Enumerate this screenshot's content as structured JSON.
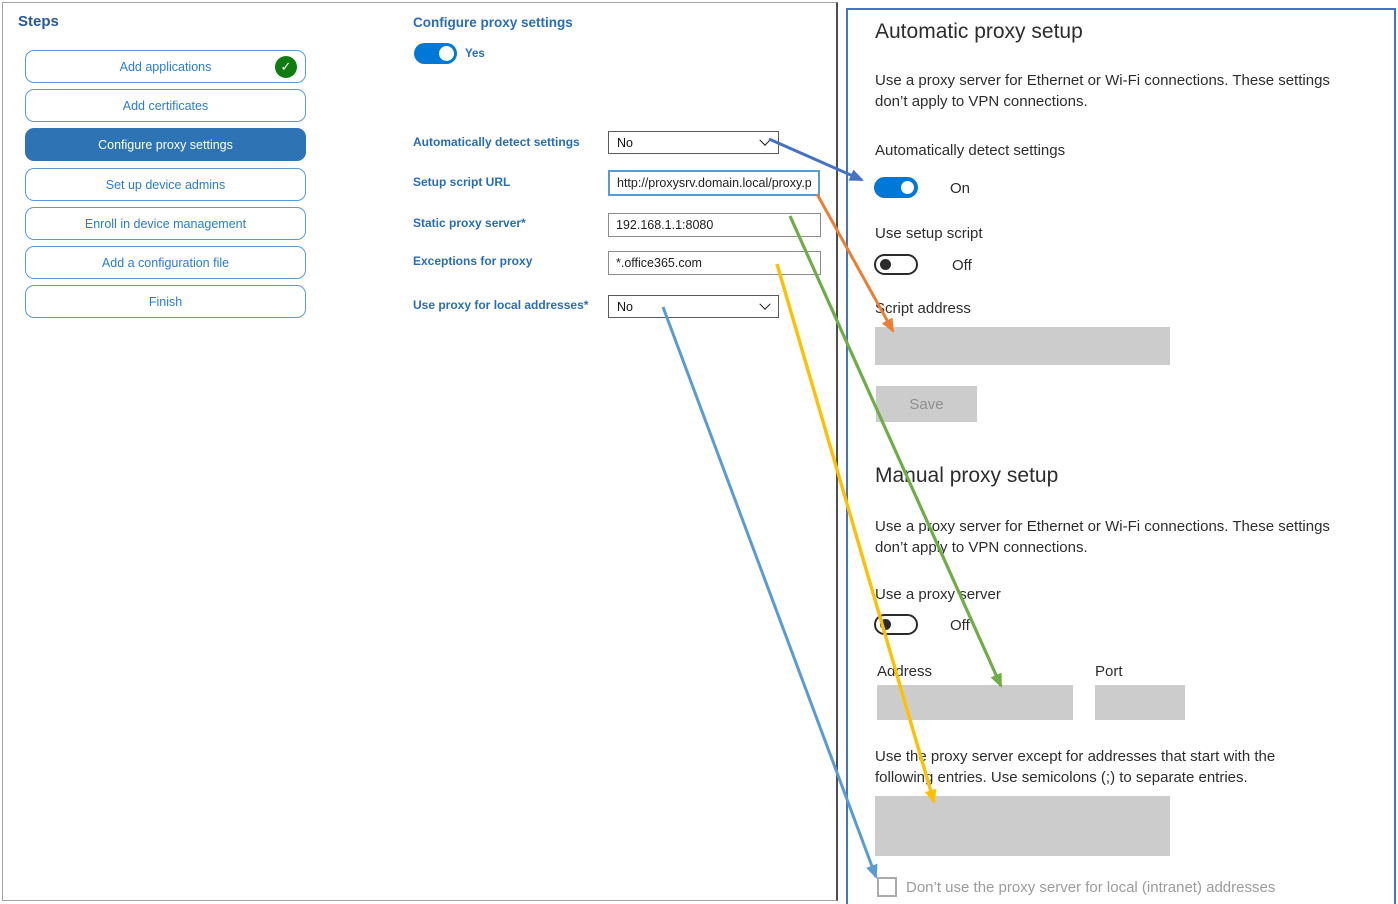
{
  "left_panel": {
    "title": "Steps",
    "completed_check": "✓",
    "steps": [
      {
        "label": "Add applications",
        "status": "completed"
      },
      {
        "label": "Add certificates",
        "status": "pending"
      },
      {
        "label": "Configure proxy settings",
        "status": "active"
      },
      {
        "label": "Set up device admins",
        "status": "pending"
      },
      {
        "label": "Enroll in device management",
        "status": "pending"
      },
      {
        "label": "Add a configuration file",
        "status": "pending"
      },
      {
        "label": "Finish",
        "status": "pending"
      }
    ]
  },
  "form_panel": {
    "title": "Configure proxy settings",
    "enabled_toggle": {
      "state": "on",
      "label": "Yes"
    },
    "fields": [
      {
        "label": "Automatically detect settings",
        "type": "dropdown",
        "value": "No"
      },
      {
        "label": "Setup script URL",
        "type": "text",
        "value": "http://proxysrv.domain.local/proxy.pa"
      },
      {
        "label": "Static proxy server*",
        "type": "text",
        "value": "192.168.1.1:8080"
      },
      {
        "label": "Exceptions for proxy",
        "type": "text",
        "value": "*.office365.com"
      },
      {
        "label": "Use proxy for local addresses*",
        "type": "dropdown",
        "value": "No"
      }
    ]
  },
  "settings_panel": {
    "automatic_section": {
      "heading": "Automatic proxy setup",
      "description": "Use a proxy server for Ethernet or Wi-Fi connections. These settings\ndon’t apply to VPN connections.",
      "auto_detect": {
        "label": "Automatically detect settings",
        "state": "On"
      },
      "setup_script": {
        "label": "Use setup script",
        "state": "Off"
      },
      "script_address_label": "Script address",
      "save_button": "Save"
    },
    "manual_section": {
      "heading": "Manual proxy setup",
      "description": "Use a proxy server for Ethernet or Wi-Fi connections. These settings\ndon’t apply to VPN connections.",
      "use_proxy": {
        "label": "Use a proxy server",
        "state": "Off"
      },
      "address_label": "Address",
      "port_label": "Port",
      "exceptions_description": "Use the proxy server except for addresses that start with the\nfollowing entries. Use semicolons (;) to separate entries.",
      "local_addresses_checkbox": "Don’t use the proxy server for local (intranet) addresses"
    }
  },
  "colors": {
    "accent": "#0078D7",
    "active_step": "#2E74B5",
    "completed_green": "#107C10",
    "panel_border": "#4472C4",
    "arrow_blue": "#4472C4",
    "arrow_orange": "#ED7D31",
    "arrow_green": "#70AD47",
    "arrow_yellow": "#FFC000",
    "arrow_light_blue": "#5B9BD5"
  }
}
